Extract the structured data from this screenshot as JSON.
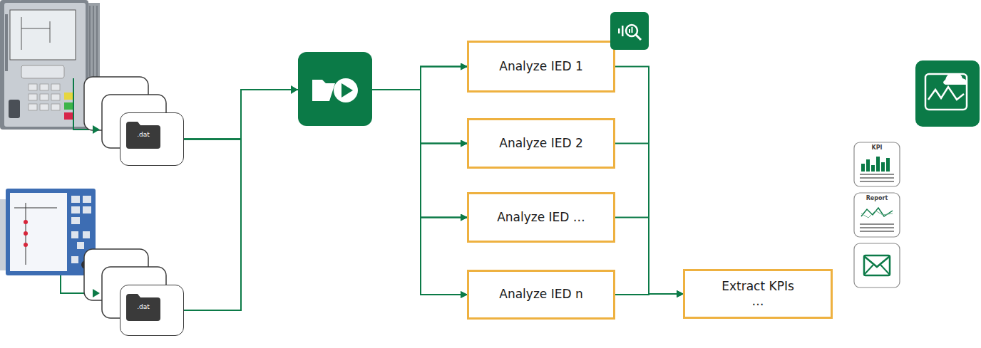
{
  "diagram": {
    "nodes": [
      {
        "text": [
          ".dat"
        ]
      },
      {
        "text": [
          ".dat"
        ]
      },
      {
        "text": [
          "Analyze IED 1"
        ]
      },
      {
        "text": [
          "Analyze IED 2"
        ]
      },
      {
        "text": [
          "Analyze IED …"
        ]
      },
      {
        "text": [
          "Analyze IED n"
        ]
      },
      {
        "text": [
          "Extract KPIs",
          "…"
        ]
      }
    ],
    "edges": [
      {
        "from": 0,
        "to": 2,
        "arrow": "to"
      },
      {
        "from": 0,
        "to": 3,
        "arrow": "to"
      },
      {
        "from": 0,
        "to": 4,
        "arrow": "to"
      },
      {
        "from": 0,
        "to": 5,
        "arrow": "to"
      },
      {
        "from": 1,
        "to": 2,
        "arrow": "to"
      },
      {
        "from": 1,
        "to": 3,
        "arrow": "to"
      },
      {
        "from": 1,
        "to": 4,
        "arrow": "to"
      },
      {
        "from": 1,
        "to": 5,
        "arrow": "to"
      },
      {
        "from": 2,
        "to": 6,
        "arrow": "to"
      },
      {
        "from": 3,
        "to": 6,
        "arrow": "to"
      },
      {
        "from": 4,
        "to": 6,
        "arrow": "to"
      },
      {
        "from": 5,
        "to": 6,
        "arrow": "to"
      }
    ],
    "labels": [
      "KPI",
      "Report"
    ]
  }
}
